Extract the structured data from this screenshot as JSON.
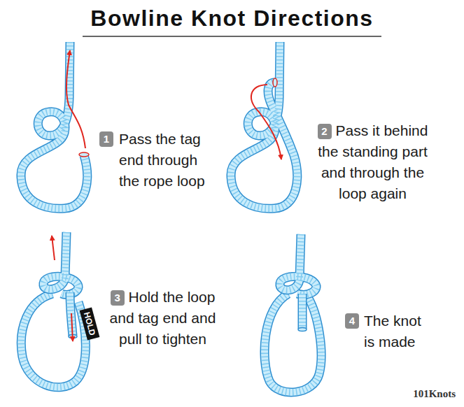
{
  "diagram": {
    "title": "Bowline Knot Directions",
    "nodes": [
      {
        "text": [
          "1"
        ]
      },
      {
        "text": [
          "2"
        ]
      },
      {
        "text": [
          "3"
        ]
      },
      {
        "text": [
          "4"
        ]
      }
    ],
    "labels": [
      "Pass the tag end through the rope loop",
      "Pass it behind the standing part and through the loop again",
      "Hold the loop and tag end and pull to tighten",
      "The knot is made",
      "HOLD",
      "101Knots"
    ]
  }
}
